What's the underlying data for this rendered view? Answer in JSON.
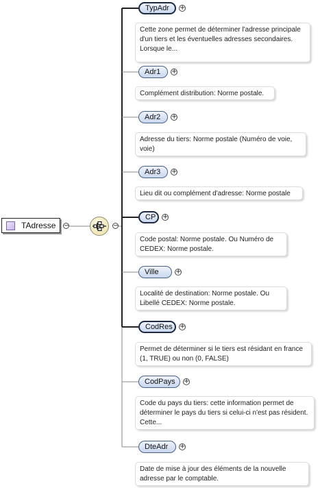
{
  "root": {
    "label": "TAdresse"
  },
  "icons": {
    "root_type": "complex-type-icon",
    "sequence": "sequence-compositor-icon",
    "expand": "plus-circle-icon",
    "collapse": "minus-circle-icon"
  },
  "colors": {
    "node_fill_top": "#eef3fb",
    "node_fill_bottom": "#c9d7ee",
    "node_border": "#4a5f85",
    "compositor_fill": "#efe6b8",
    "connector": "#888888"
  },
  "toggle": {
    "collapse": "−",
    "expand": "+"
  },
  "elements": [
    {
      "name": "TypAdr",
      "required": true,
      "doc": "Cette zone permet de déterminer l'adresse principale d'un tiers et les éventuelles adresses secondaires. Lorsque le..."
    },
    {
      "name": "Adr1",
      "required": false,
      "doc": "Complément distribution: Norme postale."
    },
    {
      "name": "Adr2",
      "required": false,
      "doc": "Adresse du tiers: Norme postale (Numéro de voie, voie)"
    },
    {
      "name": "Adr3",
      "required": false,
      "doc": "Lieu dit ou complément d'adresse: Norme postale"
    },
    {
      "name": "CP",
      "required": true,
      "doc": "Code postal: Norme postale. Ou Numéro de CEDEX: Norme postale."
    },
    {
      "name": "Ville",
      "required": false,
      "doc": "Localité de destination: Norme postale. Ou Libellé CEDEX: Norme postale."
    },
    {
      "name": "CodRes",
      "required": true,
      "doc": "Permet de déterminer si le tiers est résidant en france (1, TRUE) ou non (0, FALSE)"
    },
    {
      "name": "CodPays",
      "required": false,
      "doc": "Code du pays du tiers: cette information permet de déterminer le pays du tiers si celui-ci n'est pas résident. Cette..."
    },
    {
      "name": "DteAdr",
      "required": false,
      "doc": "Date de mise à jour des éléments de la nouvelle adresse par le comptable."
    }
  ]
}
